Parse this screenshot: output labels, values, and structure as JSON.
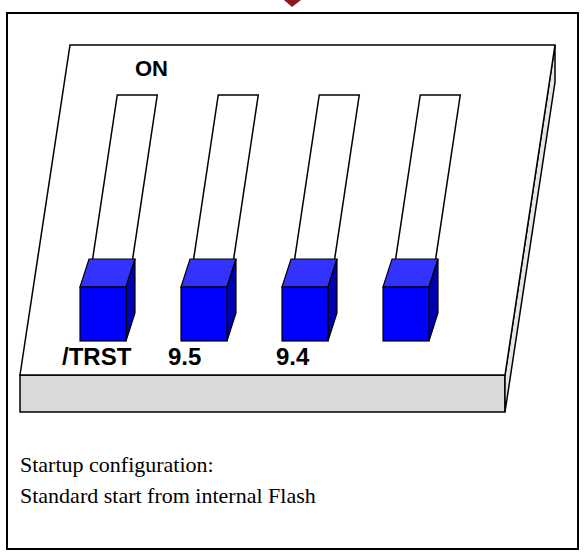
{
  "diagram": {
    "labels": [
      "ON",
      "/TRST",
      "9.5",
      "9.4",
      "Startup configuration:",
      "Standard start from internal Flash"
    ]
  }
}
